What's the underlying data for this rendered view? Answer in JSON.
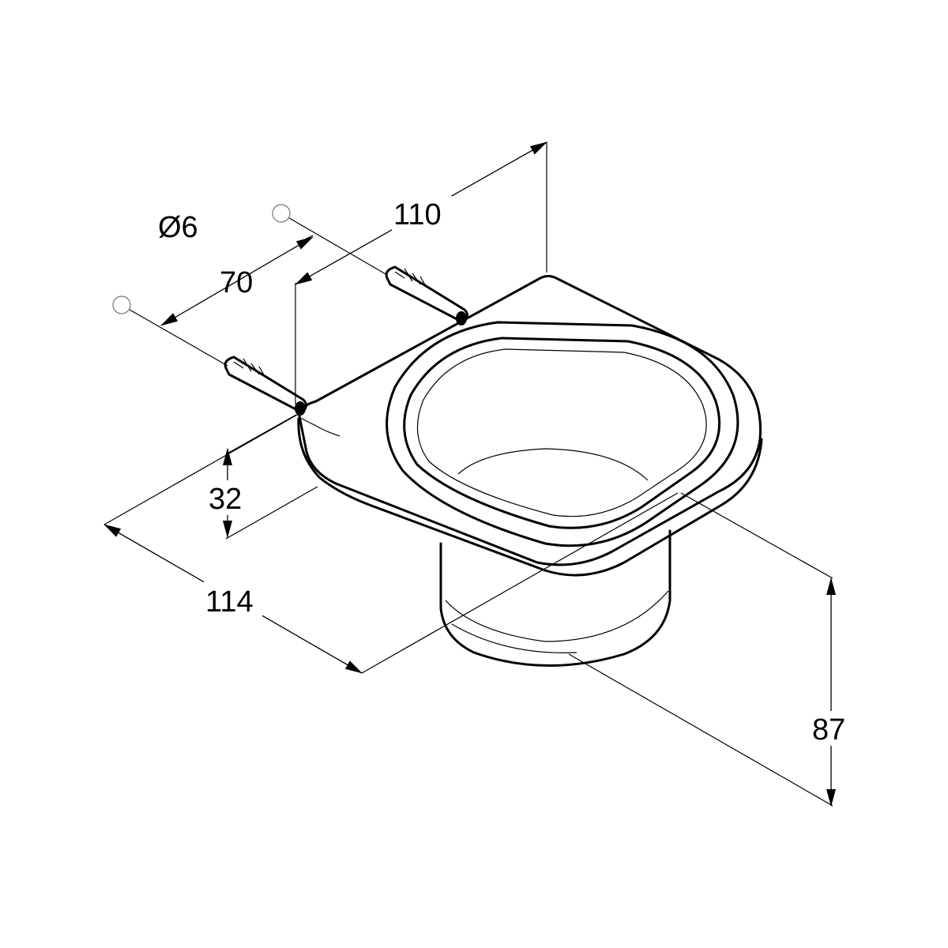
{
  "drawing": {
    "type": "dimensioned isometric technical drawing",
    "line_color": "#000000",
    "background": "#ffffff",
    "dimensions": {
      "hole_diameter": "Ø6",
      "hole_spacing": "70",
      "depth": "110",
      "width": "114",
      "bracket_height": "32",
      "total_height": "87"
    }
  }
}
